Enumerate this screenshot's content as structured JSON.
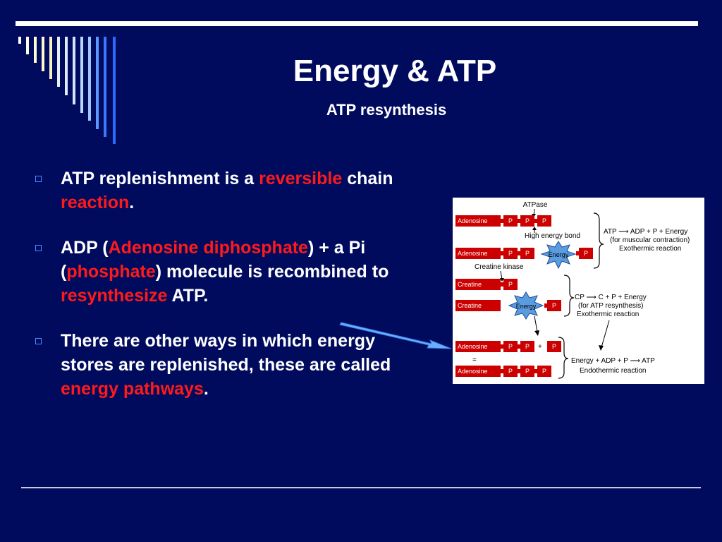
{
  "slide": {
    "title": "Energy & ATP",
    "subtitle": "ATP resynthesis"
  },
  "bullets": [
    {
      "segments": [
        {
          "text": "ATP replenishment is a ",
          "hl": false
        },
        {
          "text": "reversible",
          "hl": true
        },
        {
          "text": " chain ",
          "hl": false
        },
        {
          "text": "reaction",
          "hl": true
        },
        {
          "text": ".",
          "hl": false
        }
      ]
    },
    {
      "segments": [
        {
          "text": "ADP (",
          "hl": false
        },
        {
          "text": "Adenosine diphosphate",
          "hl": true
        },
        {
          "text": ") + a Pi (",
          "hl": false
        },
        {
          "text": "phosphate",
          "hl": true
        },
        {
          "text": ") molecule is recombined to ",
          "hl": false
        },
        {
          "text": "resynthesize",
          "hl": true
        },
        {
          "text": " ATP.",
          "hl": false
        }
      ]
    },
    {
      "segments": [
        {
          "text": "There are other ways in which energy stores are replenished, these are called ",
          "hl": false
        },
        {
          "text": "energy pathways",
          "hl": true
        },
        {
          "text": ".",
          "hl": false
        }
      ]
    }
  ],
  "diagram": {
    "atpase": "ATPase",
    "high_energy_bond": "High energy bond",
    "creatine_kinase": "Creatine kinase",
    "adenosine": "Adenosine",
    "creatine": "Creatine",
    "p": "P",
    "energy": "Energy",
    "plus": "+",
    "equals": "=",
    "eq1_line1": "ATP ⟶ ADP + P + Energy",
    "eq1_line2": "(for muscular contraction)",
    "eq1_line3": "Exothermic reaction",
    "eq2_line1": "CP ⟶ C + P + Energy",
    "eq2_line2": "(for ATP resynthesis)",
    "eq2_line3": "Exothermic reaction",
    "eq3_line1": "Energy + ADP + P ⟶ ATP",
    "eq3_line2": "Endothermic reaction"
  },
  "colors": {
    "background": "#000b5e",
    "highlight": "#ff1a1a",
    "molecule": "#cc0000"
  }
}
